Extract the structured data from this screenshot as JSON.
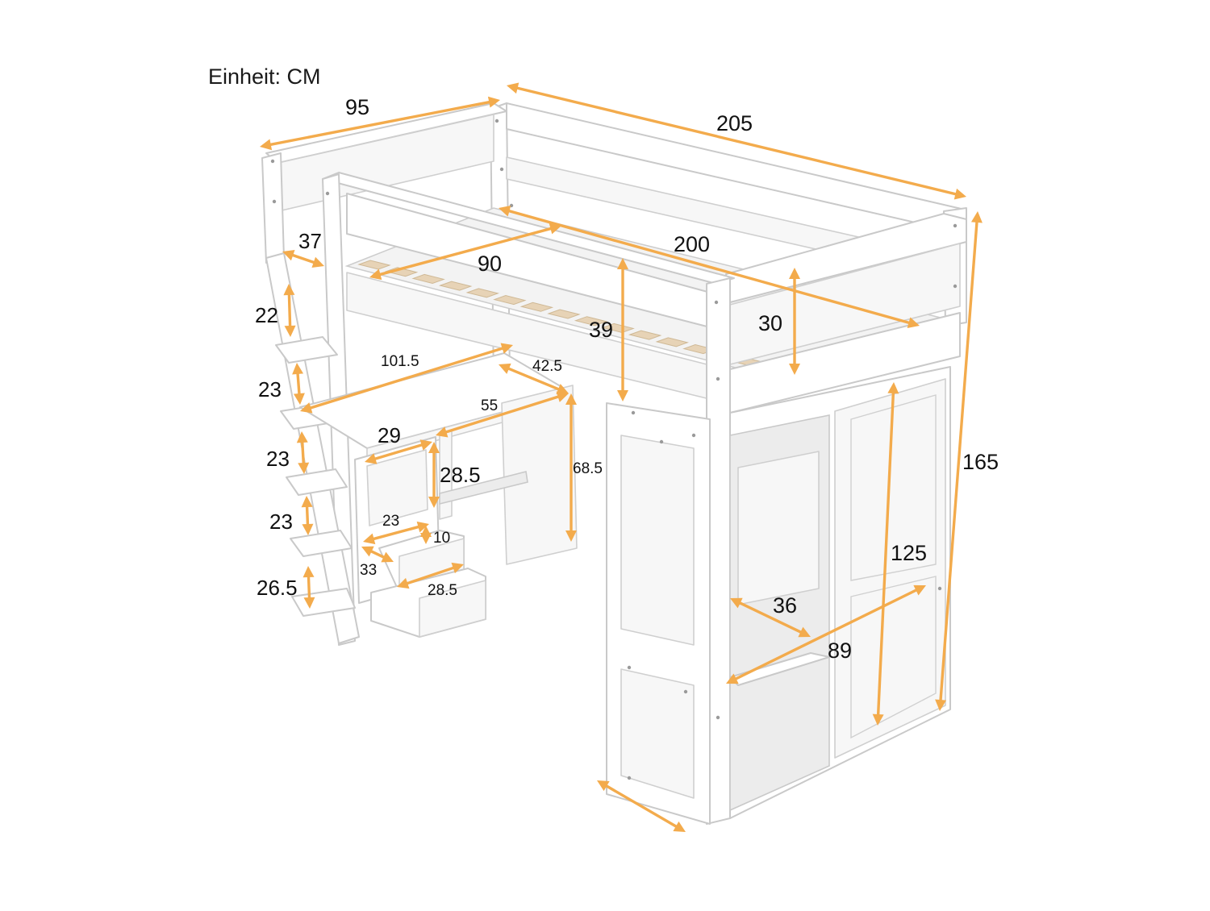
{
  "unit_label": "Einheit: CM",
  "accent_color": "#F3AB4C",
  "dimensions": [
    {
      "id": "bed-width",
      "value": "95"
    },
    {
      "id": "bed-length",
      "value": "205"
    },
    {
      "id": "mattress-length",
      "value": "200"
    },
    {
      "id": "mattress-width",
      "value": "90"
    },
    {
      "id": "ladder-width",
      "value": "37"
    },
    {
      "id": "step-22",
      "value": "22"
    },
    {
      "id": "step-23-a",
      "value": "23"
    },
    {
      "id": "step-23-b",
      "value": "23"
    },
    {
      "id": "step-23-c",
      "value": "23"
    },
    {
      "id": "step-26-5",
      "value": "26.5"
    },
    {
      "id": "guard-height",
      "value": "39"
    },
    {
      "id": "rail-height",
      "value": "30"
    },
    {
      "id": "total-height",
      "value": "165"
    },
    {
      "id": "desk-length",
      "value": "101.5"
    },
    {
      "id": "desk-depth",
      "value": "42.5"
    },
    {
      "id": "desk-inner",
      "value": "55"
    },
    {
      "id": "desk-height",
      "value": "68.5"
    },
    {
      "id": "shelf-width",
      "value": "29"
    },
    {
      "id": "shelf-height",
      "value": "28.5"
    },
    {
      "id": "drawer-width",
      "value": "23"
    },
    {
      "id": "drawer-height",
      "value": "10"
    },
    {
      "id": "drawer-depth",
      "value": "33"
    },
    {
      "id": "drawer-length",
      "value": "28.5"
    },
    {
      "id": "wardrobe-height",
      "value": "125"
    },
    {
      "id": "wardrobe-depth",
      "value": "36"
    },
    {
      "id": "wardrobe-width",
      "value": "89"
    }
  ]
}
